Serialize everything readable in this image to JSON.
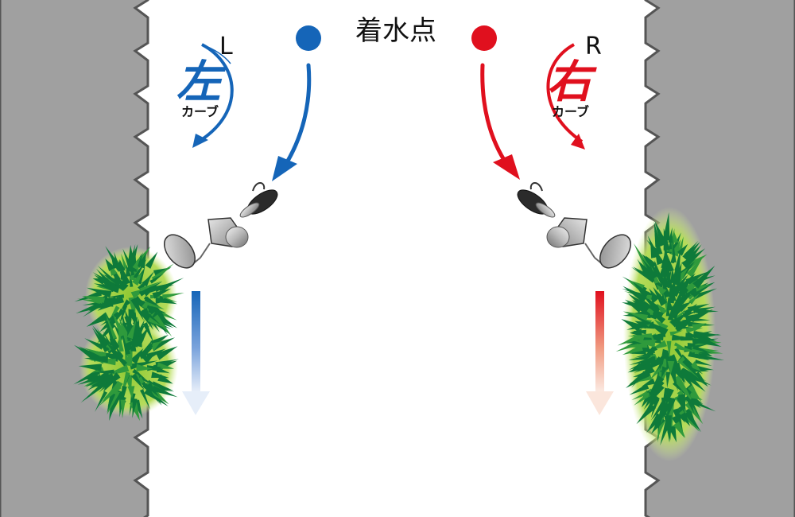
{
  "title": "着水点",
  "colors": {
    "wall": "#a0a0a0",
    "wall_edge": "#555555",
    "water": "#ffffff",
    "left_accent": "#1565b8",
    "right_accent": "#e0101e",
    "grass_dark": "#0e7a3a",
    "grass_light": "#8fc832",
    "text": "#111111"
  },
  "left": {
    "letter": "L",
    "kanji": "左",
    "sub": "カーブ",
    "meaning": "left curve"
  },
  "right": {
    "letter": "R",
    "kanji": "右",
    "sub": "カーブ",
    "meaning": "right curve"
  },
  "icons": {
    "left_landing_point": "blue-dot-icon",
    "right_landing_point": "red-dot-icon",
    "left_lure": "spinnerbait-icon",
    "right_lure": "spinnerbait-icon",
    "left_cover": "grass-icon",
    "right_cover": "grass-icon"
  }
}
